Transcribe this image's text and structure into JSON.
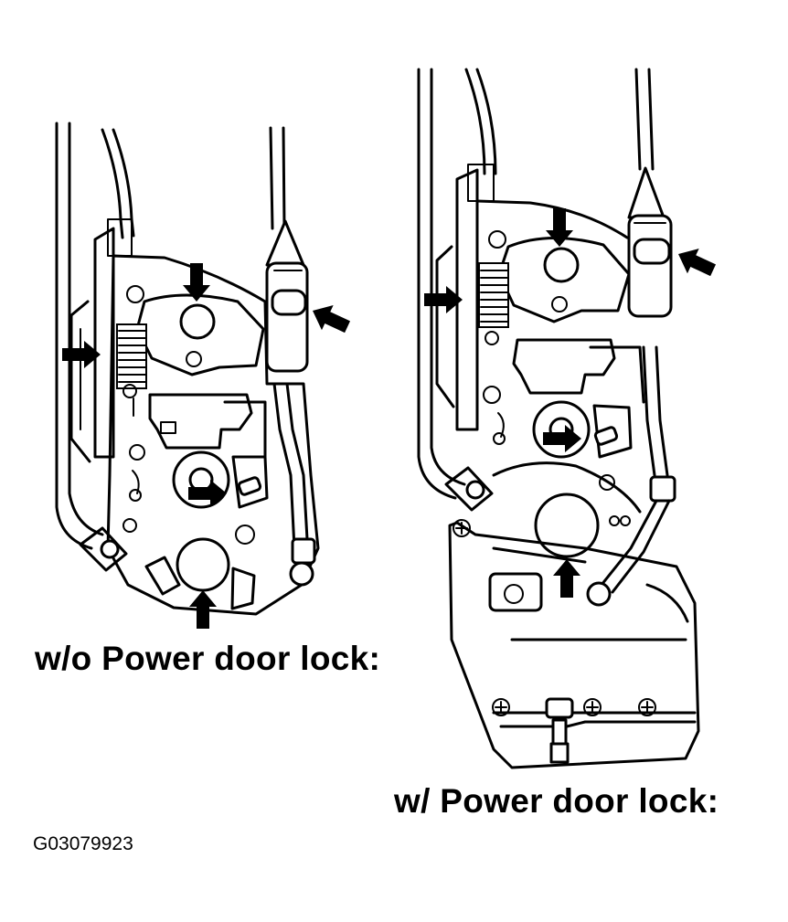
{
  "captions": {
    "left": "w/o Power door lock:",
    "right": "w/ Power door lock:"
  },
  "figure_id": "G03079923",
  "assemblies": [
    {
      "name": "door-lock-assembly-without-power-lock",
      "arrow_count": 5
    },
    {
      "name": "door-lock-assembly-with-power-lock",
      "arrow_count": 5
    }
  ],
  "colors": {
    "line": "#000000",
    "background": "#ffffff"
  }
}
